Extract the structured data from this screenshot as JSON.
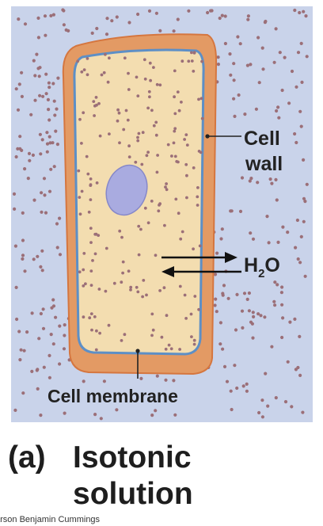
{
  "colors": {
    "solution": "#c9d3ea",
    "solute_dot": "#9b6f78",
    "cell_wall": "#e39a64",
    "cell_wall_edge": "#d5763f",
    "cytoplasm": "#f3ddb0",
    "membrane": "#5d8fc6",
    "nucleus": "#a9abe0",
    "nucleus_edge": "#8688c9"
  },
  "labels": {
    "cell_wall_line1": "Cell",
    "cell_wall_line2": "wall",
    "water": "H",
    "water_sub": "2",
    "water_end": "O",
    "cell_membrane": "Cell membrane"
  },
  "caption": {
    "part": "(a)",
    "title_line1": "Isotonic",
    "title_line2": "solution"
  },
  "credit": "arson Benjamin Cummings"
}
